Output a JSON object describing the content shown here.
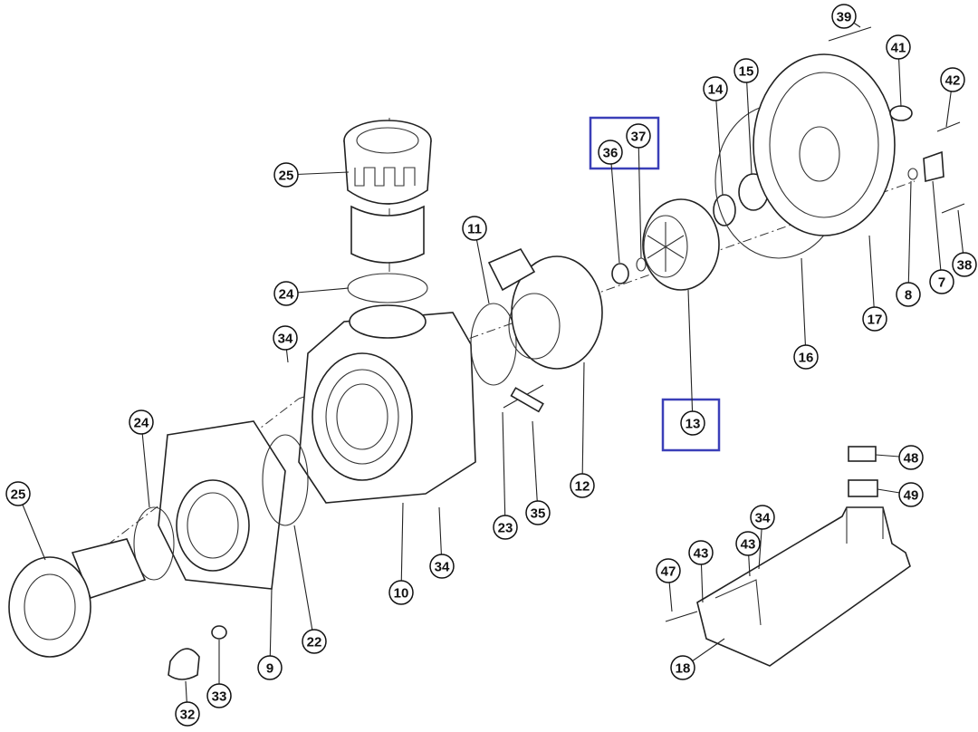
{
  "diagram": {
    "type": "exploded-parts-diagram",
    "highlight_color": "#3a3fb8",
    "highlighted_parts": [
      "36",
      "37",
      "13"
    ],
    "callouts": [
      "39",
      "41",
      "42",
      "15",
      "14",
      "37",
      "36",
      "11",
      "25",
      "24",
      "34",
      "12",
      "16",
      "17",
      "8",
      "7",
      "38",
      "13",
      "48",
      "49",
      "34",
      "43",
      "43",
      "47",
      "18",
      "24",
      "25",
      "22",
      "9",
      "10",
      "23",
      "35",
      "34",
      "33",
      "32"
    ]
  }
}
